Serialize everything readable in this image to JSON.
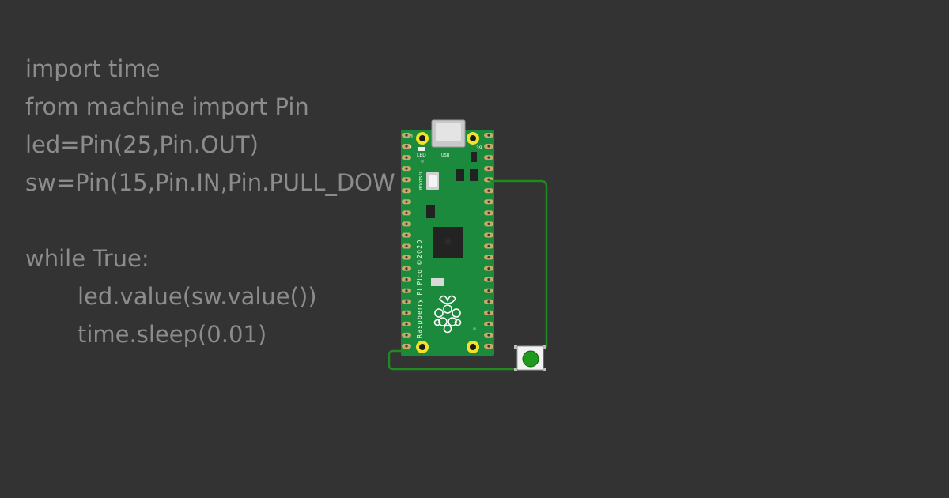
{
  "code": {
    "lines": [
      "import time",
      "from machine import Pin",
      "led=Pin(25,Pin.OUT)",
      "sw=Pin(15,Pin.IN,Pin.PULL_DOW",
      "while True:",
      "led.value(sw.value())",
      "time.sleep(0.01)"
    ]
  },
  "board": {
    "name_label": "Raspberry Pi Pico ©2020",
    "led_label": "LED",
    "usb_label": "USB",
    "bootsel_label": "BOOTSEL",
    "pin_first_label": "2",
    "pin_last_label": "39",
    "pin_one_label": "1",
    "color": "#1b8a3c",
    "pad_color": "#f2e12a"
  },
  "button": {
    "cap_color": "#1f9a1f",
    "body_color": "#f2f2f2"
  },
  "wire": {
    "color": "#1f8a1f"
  }
}
